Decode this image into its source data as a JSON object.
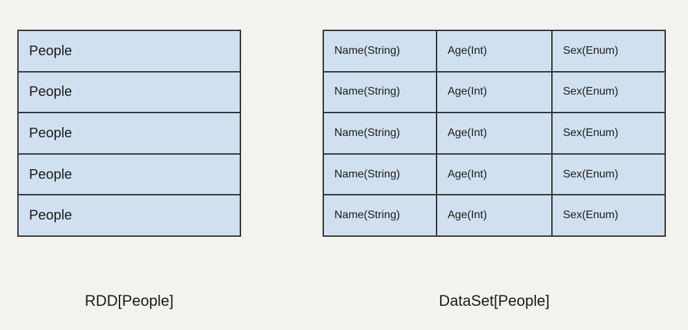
{
  "diagram": {
    "background_color": "#f4f2ee",
    "cell_fill_color": "#d0e0f0",
    "border_color": "#333333",
    "text_color": "#1b1b1b"
  },
  "rdd": {
    "caption": "RDD[People]",
    "rows": [
      {
        "cells": [
          "People"
        ]
      },
      {
        "cells": [
          "People"
        ]
      },
      {
        "cells": [
          "People"
        ]
      },
      {
        "cells": [
          "People"
        ]
      },
      {
        "cells": [
          "People"
        ]
      }
    ]
  },
  "dataset": {
    "caption": "DataSet[People]",
    "rows": [
      {
        "cells": [
          "Name(String)",
          "Age(Int)",
          "Sex(Enum)"
        ]
      },
      {
        "cells": [
          "Name(String)",
          "Age(Int)",
          "Sex(Enum)"
        ]
      },
      {
        "cells": [
          "Name(String)",
          "Age(Int)",
          "Sex(Enum)"
        ]
      },
      {
        "cells": [
          "Name(String)",
          "Age(Int)",
          "Sex(Enum)"
        ]
      },
      {
        "cells": [
          "Name(String)",
          "Age(Int)",
          "Sex(Enum)"
        ]
      }
    ]
  }
}
